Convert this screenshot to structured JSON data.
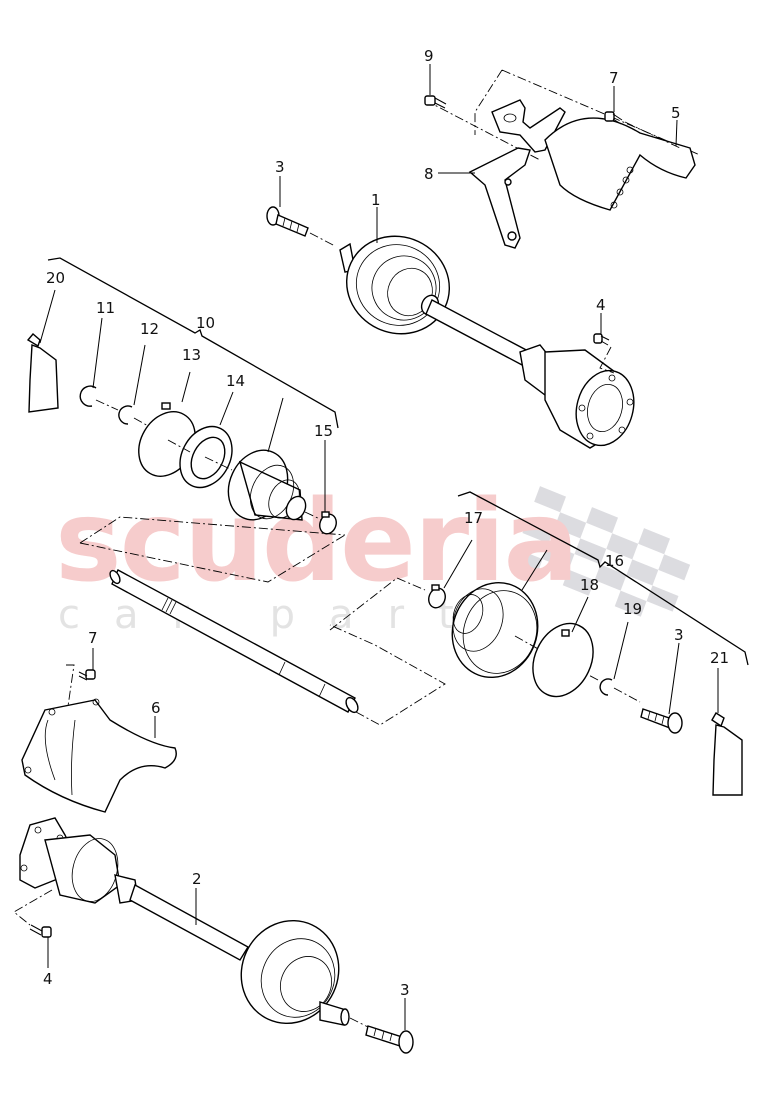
{
  "diagram": {
    "type": "exploded parts diagram",
    "subject": "Drive shaft assembly with CV joint boots",
    "watermark": {
      "main_text": "scuderia",
      "sub_text": "car parts",
      "main_color": "#f6cccc",
      "sub_color": "#e3e3e3",
      "logo": "checkered-flag",
      "logo_color": "#dcdce0"
    },
    "callouts": [
      {
        "id": "c1",
        "label": "1",
        "part": "drive shaft (upper)"
      },
      {
        "id": "c2",
        "label": "2",
        "part": "drive shaft (lower)"
      },
      {
        "id": "c3a",
        "label": "3",
        "part": "bolt (upper shaft)"
      },
      {
        "id": "c3b",
        "label": "3",
        "part": "bolt (boot kit)"
      },
      {
        "id": "c3c",
        "label": "3",
        "part": "bolt (lower shaft)"
      },
      {
        "id": "c4a",
        "label": "4",
        "part": "socket screw (upper flange)"
      },
      {
        "id": "c4b",
        "label": "4",
        "part": "socket screw (lower flange)"
      },
      {
        "id": "c5",
        "label": "5",
        "part": "heat shield (upper)"
      },
      {
        "id": "c6",
        "label": "6",
        "part": "heat shield (lower)"
      },
      {
        "id": "c7a",
        "label": "7",
        "part": "screw (upper shield)"
      },
      {
        "id": "c7b",
        "label": "7",
        "part": "screw (lower shield)"
      },
      {
        "id": "c8",
        "label": "8",
        "part": "bracket"
      },
      {
        "id": "c9",
        "label": "9",
        "part": "bolt (bracket)"
      },
      {
        "id": "c10",
        "label": "10",
        "part": "inner joint boot repair kit"
      },
      {
        "id": "c11",
        "label": "11",
        "part": "circlip"
      },
      {
        "id": "c12",
        "label": "12",
        "part": "circlip"
      },
      {
        "id": "c13",
        "label": "13",
        "part": "hose clamp"
      },
      {
        "id": "c14",
        "label": "14",
        "part": "boot cap"
      },
      {
        "id": "c15",
        "label": "15",
        "part": "small hose clamp"
      },
      {
        "id": "c16",
        "label": "16",
        "part": "outer joint boot repair kit"
      },
      {
        "id": "c17",
        "label": "17",
        "part": "small hose clamp"
      },
      {
        "id": "c18",
        "label": "18",
        "part": "hose clamp"
      },
      {
        "id": "c19",
        "label": "19",
        "part": "circlip"
      },
      {
        "id": "c20",
        "label": "20",
        "part": "grease tube"
      },
      {
        "id": "c21",
        "label": "21",
        "part": "grease tube"
      }
    ]
  }
}
